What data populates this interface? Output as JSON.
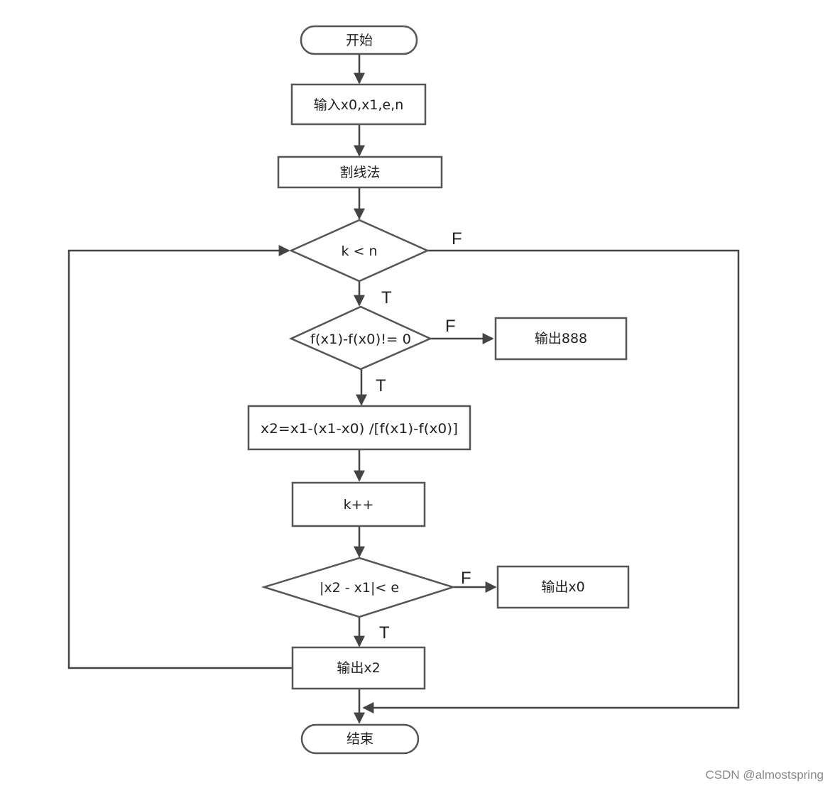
{
  "flowchart": {
    "nodes": {
      "start": "开始",
      "input": "输入x0,x1,e,n",
      "method": "割线法",
      "cond_k": "k < n",
      "cond_f": "f(x1)-f(x0)!= 0",
      "out888": "输出888",
      "calc": "x2=x1-(x1-x0) /[f(x1)-f(x0)]",
      "inc": "k++",
      "cond_abs": "|x2 - x1|< e",
      "out_x0": "输出x0",
      "out_x2": "输出x2",
      "end": "结束"
    },
    "labels": {
      "true": "T",
      "false": "F"
    }
  },
  "watermark": "CSDN @almostspring"
}
